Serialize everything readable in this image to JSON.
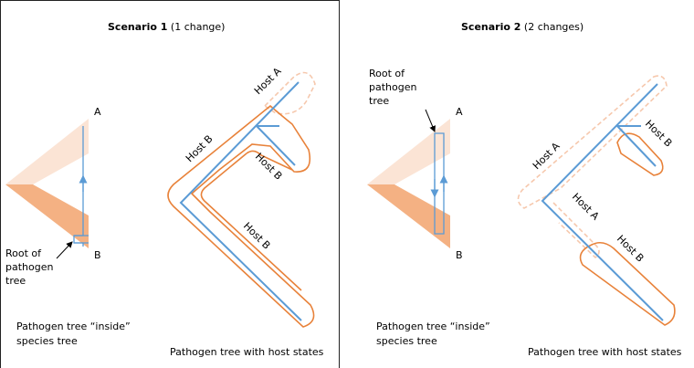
{
  "scenario1": {
    "title_bold": "Scenario 1",
    "title_rest": " (1 change)",
    "species_labels": {
      "a": "A",
      "b": "B"
    },
    "root_label": [
      "Root of",
      "pathogen",
      "tree"
    ],
    "species_caption": [
      "Pathogen tree “inside”",
      "species tree"
    ],
    "host_caption": "Pathogen tree with host states",
    "host_labels": {
      "top_a": "Host A",
      "left_b": "Host B",
      "inner_b": "Host B",
      "lower_b": "Host B"
    }
  },
  "scenario2": {
    "title_bold": "Scenario 2",
    "title_rest": " (2 changes)",
    "species_labels": {
      "a": "A",
      "b": "B"
    },
    "root_label": [
      "Root of",
      "pathogen",
      "tree"
    ],
    "species_caption": [
      "Pathogen tree “inside”",
      "species tree"
    ],
    "host_caption": "Pathogen tree with host states",
    "host_labels": {
      "left_a": "Host A",
      "upper_b": "Host B",
      "inner_a": "Host A",
      "lower_b": "Host B"
    }
  },
  "colors": {
    "host_a": "#f6c8ad",
    "host_b": "#e8823a",
    "light_fill": "#fbe4d5",
    "dark_fill": "#f4b183",
    "pathogen": "#5b9bd5"
  }
}
